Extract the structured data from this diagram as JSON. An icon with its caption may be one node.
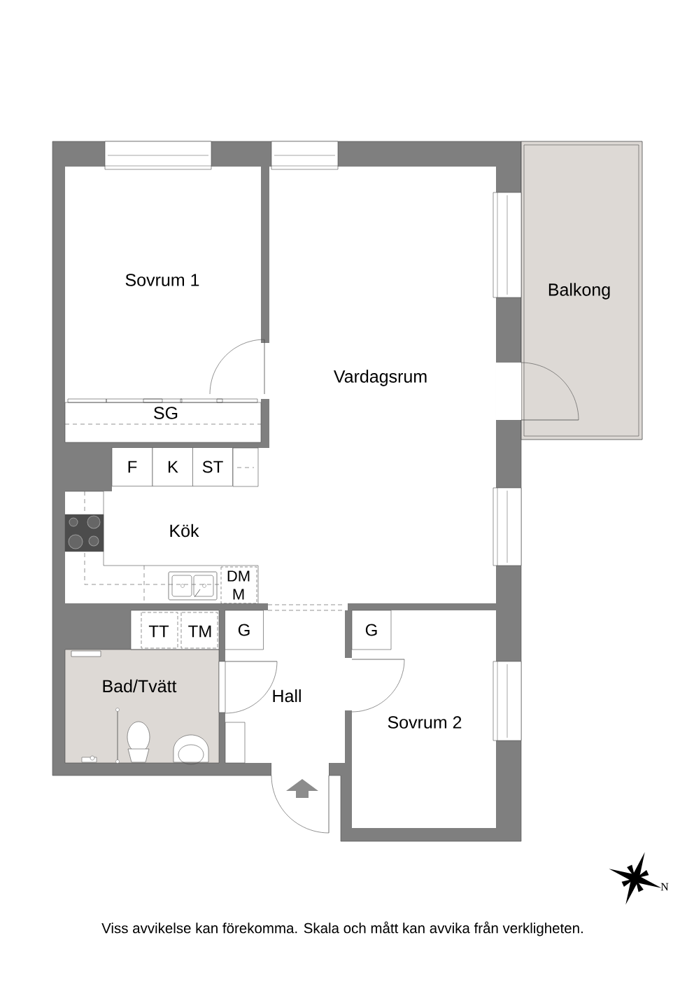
{
  "diagram": {
    "caption": "Viss avvikelse kan förekomma. Skala och mått kan avvika från verkligheten.",
    "labels": [
      "Sovrum 1",
      "Balkong",
      "Vardagsrum",
      "SG",
      "F",
      "K",
      "ST",
      "Kök",
      "DM",
      "M",
      "TT",
      "TM",
      "G",
      "G",
      "Bad/Tvätt",
      "Hall",
      "Sovrum 2",
      "N"
    ]
  }
}
